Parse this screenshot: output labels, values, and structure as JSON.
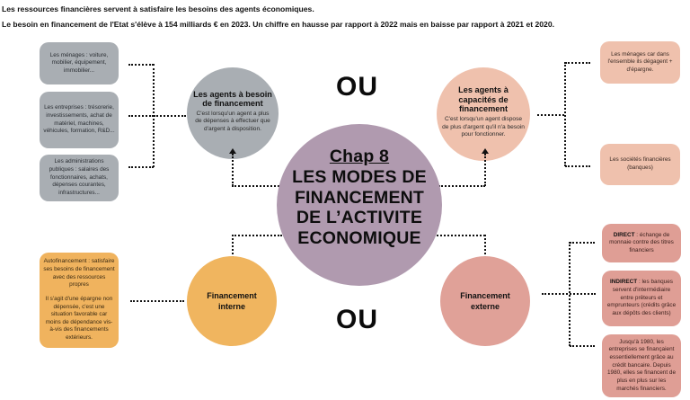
{
  "intro": {
    "line1": "Les ressources financières servent à satisfaire les besoins des agents économiques.",
    "line2": "Le besoin en financement de l'Etat s'élève à 154 milliards € en 2023. Un chiffre en hausse par rapport à 2022 mais en baisse par rapport à 2021 et 2020."
  },
  "center": {
    "chap": "Chap 8",
    "title_lines": [
      "LES MODES DE",
      "FINANCEMENT",
      "DE L’ACTIVITE",
      "ECONOMIQUE"
    ]
  },
  "separators": {
    "top": "OU",
    "bottom": "OU"
  },
  "needs": {
    "title": "Les agents à besoin de financement",
    "desc": "C'est lorsqu'un agent a plus de dépenses à effectuer que d'argent à disposition.",
    "examples": [
      "Les ménages : voiture, mobilier, équipement, immobilier...",
      "Les entreprises : trésorerie, investissements, achat de matériel, machines, véhicules, formation, R&D...",
      "Les administrations publiques : salaires des fonctionnaires, achats, dépenses courantes, infrastructures..."
    ]
  },
  "capacity": {
    "title": "Les agents à capacités de financement",
    "desc": "C'est lorsqu'un agent dispose de plus d'argent qu'il n'a besoin pour fonctionner.",
    "examples": [
      "Les ménages car dans l'ensemble ils dégagent + d'épargne.",
      "Les sociétés financières (banques)"
    ]
  },
  "internal": {
    "title": "Financement interne",
    "box_p1": "Autofinancement : satisfaire ses besoins de financement avec des ressources propres",
    "box_p2": "Il s'agit d'une épargne non dépensée, c'est une situation favorable car moins de dépendance vis-à-vis des financements extérieurs."
  },
  "external": {
    "title": "Financement externe",
    "direct_kw": "DIRECT",
    "direct_text": " : échange de monnaie contre des titres financiers",
    "indirect_kw": "INDIRECT",
    "indirect_text": " : les banques servent d'intermédiaire entre prêteurs et emprunteurs (crédits grâce aux dépôts des clients)",
    "history": "Jusqu'à 1980, les entreprises se finançaient essentiellement grâce au crédit bancaire. Depuis 1980, elles se financent de plus en plus sur les marchés financiers."
  },
  "colors": {
    "grey": "#a9aeb3",
    "peach": "#efc1ad",
    "mauve": "#b09aaf",
    "orange": "#f0b55f",
    "rose": "#e0a198"
  }
}
